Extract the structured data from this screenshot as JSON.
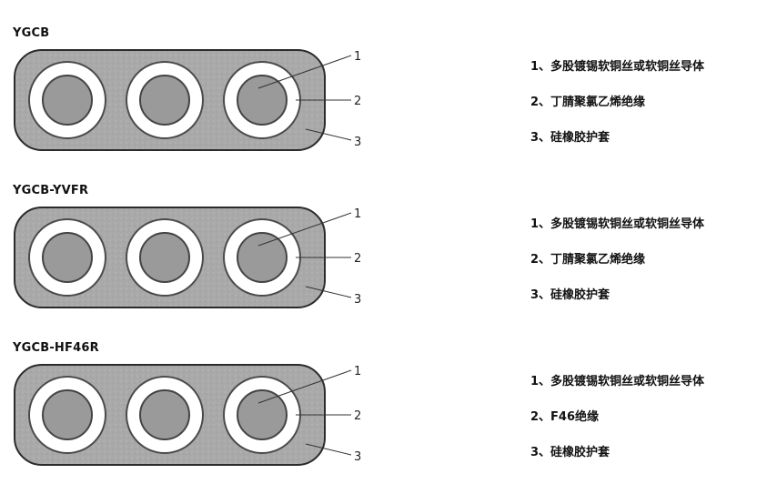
{
  "cables": [
    {
      "model": "YGCB",
      "callouts": [
        "1",
        "2",
        "3"
      ],
      "legend": [
        "1、多股镀锡软铜丝或软铜丝导体",
        "2、丁腈聚氯乙烯绝缘",
        "3、硅橡胶护套"
      ]
    },
    {
      "model": "YGCB-YVFR",
      "callouts": [
        "1",
        "2",
        "3"
      ],
      "legend": [
        "1、多股镀锡软铜丝或软铜丝导体",
        "2、丁腈聚氯乙烯绝缘",
        "3、硅橡胶护套"
      ]
    },
    {
      "model": "YGCB-HF46R",
      "callouts": [
        "1",
        "2",
        "3"
      ],
      "legend": [
        "1、多股镀锡软铜丝或软铜丝导体",
        "2、F46绝缘",
        "3、硅橡胶护套"
      ]
    }
  ],
  "colors": {
    "sheath": "#a9a9a9",
    "sheath_outline": "#2b2b2b",
    "insulation": "#ffffff",
    "conductor": "#9a9a9a",
    "leader_line": "#333333"
  },
  "icons": [
    "flat-cable-cross-section"
  ]
}
